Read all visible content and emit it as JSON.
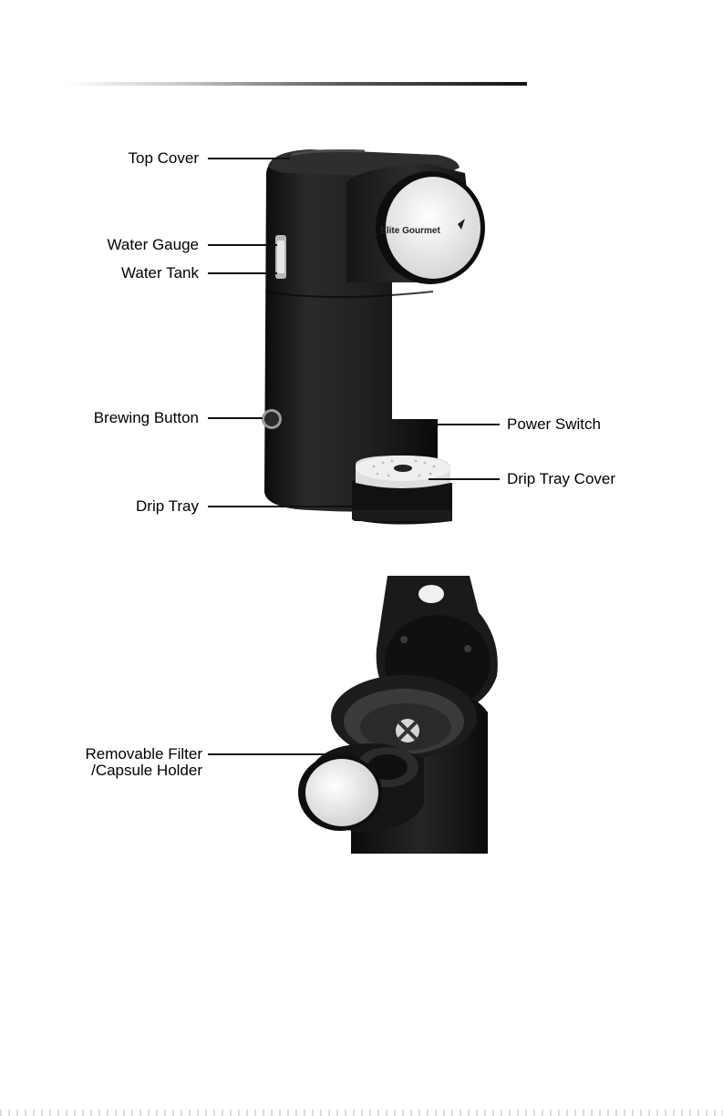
{
  "figure_top": {
    "brand_logo": "Elite Gourmet",
    "labels": {
      "top_cover": "Top Cover",
      "water_gauge": "Water Gauge",
      "water_tank": "Water Tank",
      "brewing_button": "Brewing Button",
      "drip_tray": "Drip Tray",
      "power_switch": "Power Switch",
      "drip_tray_cover": "Drip Tray Cover"
    }
  },
  "figure_bottom": {
    "labels": {
      "filter_holder_line1": "Removable Filter",
      "filter_holder_line2": "/Capsule Holder"
    }
  },
  "colors": {
    "body": "#1f1f1f",
    "body_dark": "#111111",
    "face_plate": "#f2f2f2",
    "drip_cover": "#e6e6e6"
  }
}
